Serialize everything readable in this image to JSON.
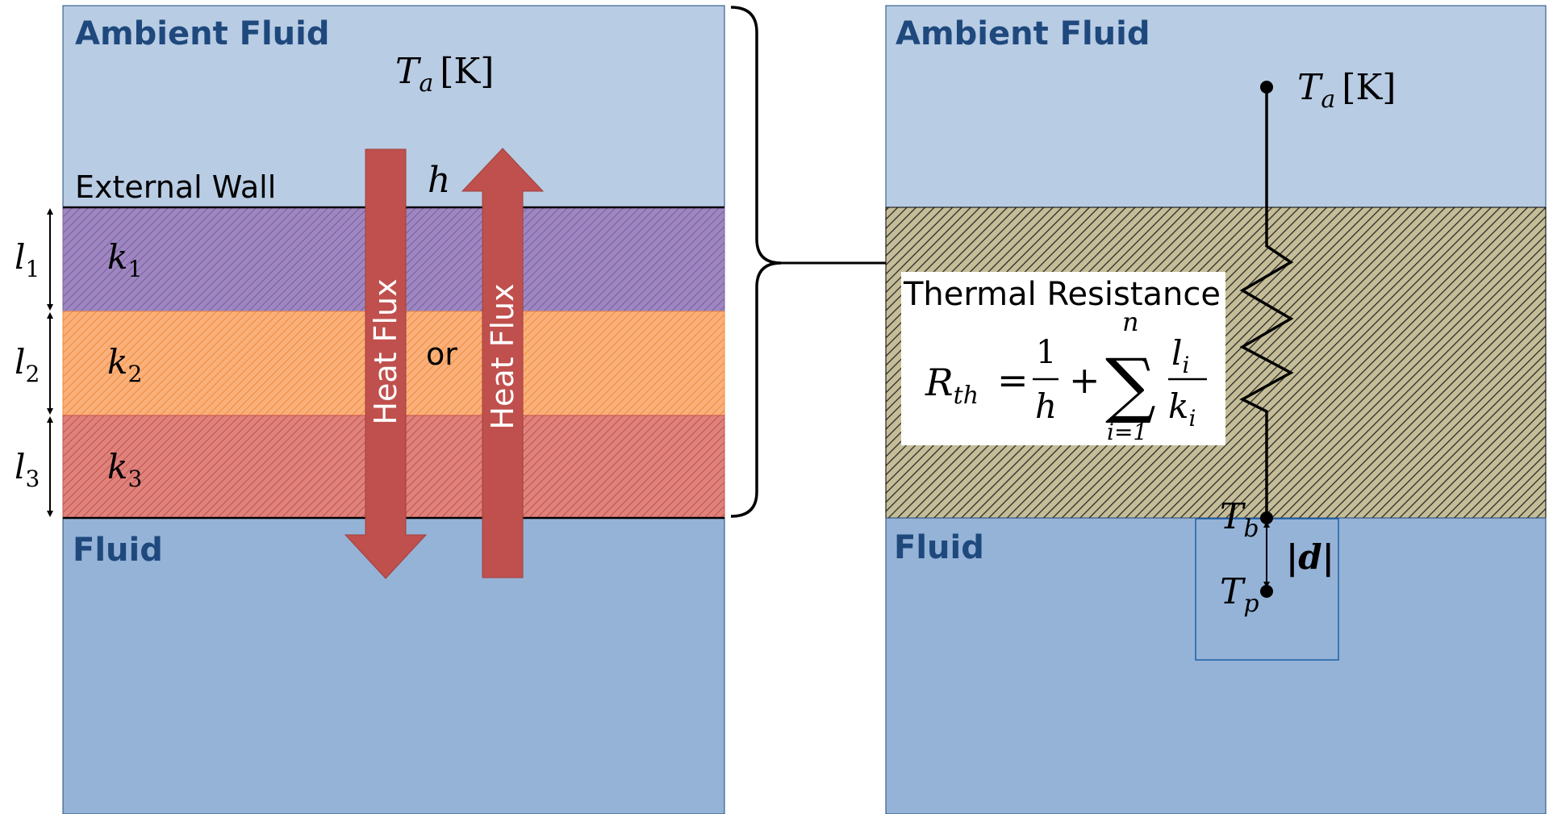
{
  "left_panel": {
    "ambient_label": "Ambient Fluid",
    "ambient_temp": {
      "symbol": "T",
      "sub": "a",
      "unit": "[K]"
    },
    "external_wall_label": "External Wall",
    "h_symbol": "h",
    "fluid_label": "Fluid",
    "or_label": "or",
    "heat_flux_down_label": "Heat Flux",
    "heat_flux_up_label": "Heat Flux",
    "layers": [
      {
        "l": "l",
        "l_sub": "1",
        "k": "k",
        "k_sub": "1",
        "color": "#9f86c0"
      },
      {
        "l": "l",
        "l_sub": "2",
        "k": "k",
        "k_sub": "2",
        "color": "#f6a35b"
      },
      {
        "l": "l",
        "l_sub": "3",
        "k": "k",
        "k_sub": "3",
        "color": "#d96a63"
      }
    ]
  },
  "right_panel": {
    "ambient_label": "Ambient Fluid",
    "ambient_temp": {
      "symbol": "T",
      "sub": "a",
      "unit": "[K]"
    },
    "fluid_label": "Fluid",
    "thermal_resistance_label": "Thermal Resistance",
    "formula": {
      "lhs": "R",
      "lhs_sub": "th",
      "eq": "=",
      "one": "1",
      "h": "h",
      "plus": "+",
      "sum": "∑",
      "upper": "n",
      "lower": "i=1",
      "l": "l",
      "l_sub": "i",
      "k": "k",
      "k_sub": "i"
    },
    "tb": {
      "symbol": "T",
      "sub": "b"
    },
    "tp": {
      "symbol": "T",
      "sub": "p"
    },
    "distance": "|d|"
  },
  "colors": {
    "ambient": "#b8cce4",
    "fluid": "#95b3d7",
    "label_blue": "#1f497d",
    "arrow_red": "#c0504d",
    "wall_composite": "#c4bd97"
  }
}
